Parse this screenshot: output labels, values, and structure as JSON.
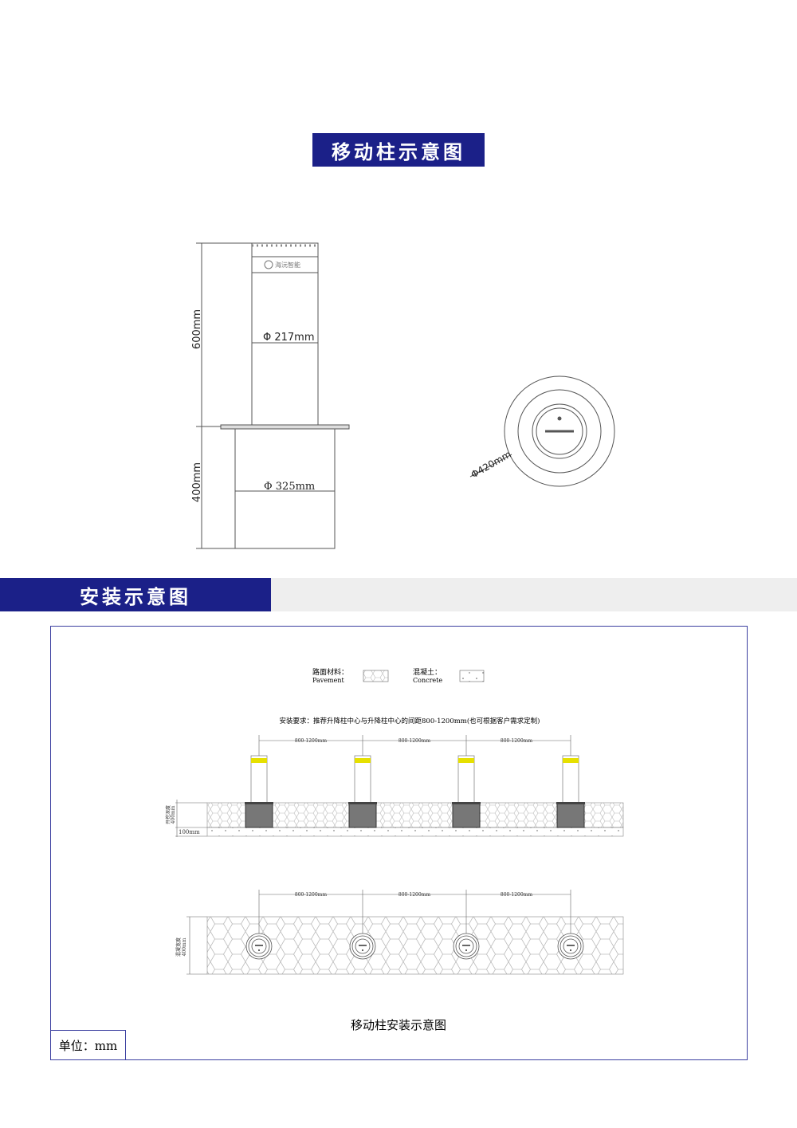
{
  "section1": {
    "title": "移动柱示意图",
    "dims": {
      "height_upper": "600mm",
      "height_lower": "400mm",
      "dia_post": "Φ 217mm",
      "dia_base": "Φ 325mm",
      "dia_plate": "Φ420mm"
    },
    "logo_text": "海沅智能"
  },
  "section2": {
    "title": "安装示意图",
    "legend": {
      "pavement_cn": "路面材料：",
      "pavement_en": "Pavement",
      "concrete_cn": "混凝土：",
      "concrete_en": "Concrete"
    },
    "requirement": "安装要求：推荐升降柱中心与升降柱中心的间距800-1200mm(也可根据客户需求定制)",
    "spacing": "800-1200mm",
    "side_depth_label": "开挖深度",
    "side_depth_value": "400mm",
    "concrete_depth": "100mm",
    "side_width_label": "混凝宽度",
    "side_width_value": "400mm",
    "caption": "移动柱安装示意图",
    "unit": "单位：mm"
  },
  "colors": {
    "banner": "#1b2088",
    "frame": "#3b3fa0",
    "band": "#eeeeee"
  }
}
